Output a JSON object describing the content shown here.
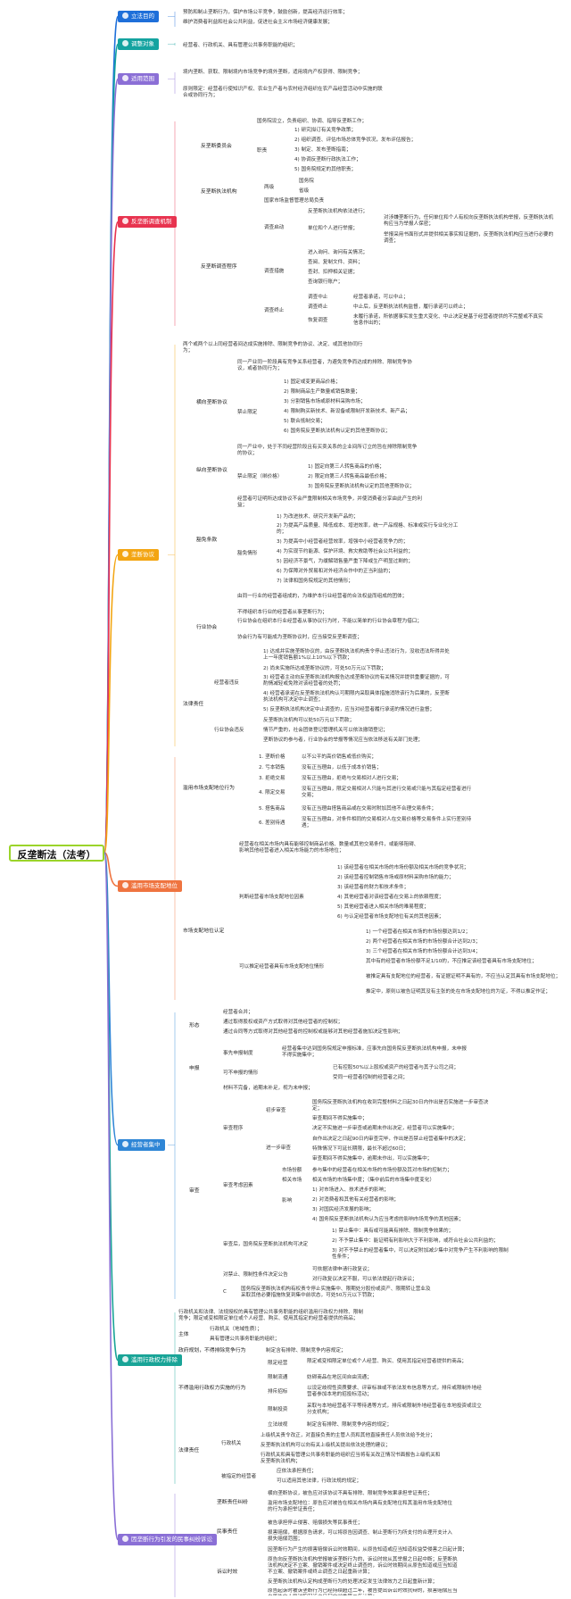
{
  "root": {
    "label": "反垄断法（法考）"
  },
  "colors": {
    "b1": "#1e6fd9",
    "b2": "#14a3a0",
    "b3": "#8b6fd6",
    "b4": "#e8334f",
    "b5": "#f3a512",
    "b6": "#ef7440",
    "b7": "#2f86d6",
    "b8": "#19a497",
    "b9": "#8a6fd6",
    "root_border": "#9bd42a"
  },
  "branches": [
    {
      "label": "立法目的"
    },
    {
      "label": "调整对象"
    },
    {
      "label": "适用范围"
    },
    {
      "label": "反垄断调查机制"
    },
    {
      "label": "垄断协议"
    },
    {
      "label": "滥用市场支配地位"
    },
    {
      "label": "经营者集中"
    },
    {
      "label": "滥用行政权力排除"
    },
    {
      "label": "因垄断行为引发的民事纠纷诉讼"
    }
  ],
  "b1": {
    "items": [
      "预防和制止垄断行为，保护市场公平竞争，鼓励创新，提高经济运行效率；",
      "维护消费者利益和社会公共利益，促进社会主义市场经济健康发展；"
    ]
  },
  "b2": {
    "items": [
      "经营者、行政机关、具有管理公共事务职能的组织；"
    ]
  },
  "b3": {
    "items": [
      "境内垄断、获取、限制境内市场竞争的境外垄断，适用境内产权获得、限制竞争；",
      "原则限定：经营者行使知识产权、农业生产者与农村经济组织在农产品经营活动中实施的联合或协同行为；"
    ]
  },
  "b4": {
    "l2": [
      "反垄断委员会",
      "反垄断执法机构",
      "反垄断调查程序"
    ],
    "c1": {
      "duty0": "国务院设立，负责组织、协调、指导反垄断工作；",
      "duty_label": "职责",
      "duties": [
        "1) 研究拟订有关竞争政策；",
        "2) 组织调查、评估市场总体竞争状况，发布评估报告；",
        "3) 制定、发布垄断指南；",
        "4) 协调反垄断行政执法工作；",
        "5) 国务院规定的其他职责；"
      ]
    },
    "c2": {
      "label": "两级",
      "items": [
        "国务院",
        "省级"
      ],
      "extra": "国家市场监督管理总局负责"
    },
    "c3": {
      "g1": {
        "label": "调查启动",
        "items": [
          "反垄断执法机构依法进行；",
          "单位和个人进行举报；"
        ],
        "sub": [
          "对涉嫌垄断行为，任何单位和个人有权向反垄断执法机构举报，反垄断执法机构应当为举报人保密；",
          "举报采用书面形式并提供相关事实和证据的，反垄断执法机构应当进行必要的调查；"
        ]
      },
      "g2": {
        "label": "调查措施",
        "items": [
          "进入询问、询问有关情况；",
          "查阅、复制文件、资料；",
          "查封、扣押相关证据；",
          "查询银行账户；"
        ]
      },
      "g3": {
        "label": "调查终止",
        "rows": [
          [
            "调查中止",
            "经营者承诺，可以中止；"
          ],
          [
            "调查终止",
            "中止后，反垄断执法机构监督，履行承诺可以终止；"
          ],
          [
            "恢复调查",
            "未履行承诺，所依据事实发生重大变化、中止决定是基于经营者提供的不完整或不真实信息作出的；"
          ]
        ]
      }
    }
  },
  "b5": {
    "intro": "两个或两个以上同经营者间达成实施排除、限制竞争的协议、决定、或其他协同行为；",
    "hz": {
      "label": "横向垄断协议",
      "def": "同一产业同一阶段具有竞争关系经营者，为避免竞争而达成的排除、限制竞争协议，或者协同行为；",
      "ban_label": "禁止限定",
      "items": [
        "1) 固定或变更商品价格；",
        "2) 限制商品生产数量或销售数量；",
        "3) 分割销售市场或原材料采购市场；",
        "4) 限制购买新技术、新设备或限制开发新技术、新产品；",
        "5) 联合抵制交易；",
        "6) 国务院反垄断执法机构认定的其他垄断协议；"
      ]
    },
    "zx": {
      "label": "纵向垄断协议",
      "def": "同一产业中，处于不同经营阶段且有买卖关系的企业间所订立的旨在排除限制竞争的协议；",
      "ban_label": "禁止限定（绑价格）",
      "items": [
        "1) 固定向第三人转售商品的价格；",
        "2) 限定向第三人转售商品最低价格；",
        "3) 国务院反垄断执法机构认定的其他垄断协议；"
      ]
    },
    "mz": {
      "label": "豁免条款",
      "cond": "经营者可证明所达成协议不会严重限制相关市场竞争，并使消费者分享由此产生的利益；",
      "sub_label": "豁免情形",
      "items": [
        "1) 为改进技术、研究开发新产品的；",
        "2) 为提高产品质量、降低成本、增进效率，统一产品规格、标准或实行专业化分工的；",
        "3) 为提高中小经营者经营效率，增强中小经营者竞争力的；",
        "4) 为实现节约能源、保护环境、救灾救助等社会公共利益的；",
        "5) 因经济不景气，为缓解销售量严重下降或生产明显过剩的；",
        "6) 为保障对外贸易和对外经济合作中的正当利益的；",
        "7) 法律和国务院规定的其他情形；"
      ]
    },
    "hy": {
      "label": "行业协会",
      "items": [
        "由同一行业的经营者组成的，为维护本行业经营者的合法权益而组成的团体；",
        "不得组织本行业的经营者从事垄断行为；",
        "行业协会在组织本行业经营者从事协议行为时，不能以简单的行业协会章程为借口；",
        "协会行为有可能成为垄断协议时，应当接受反垄断调查；"
      ]
    },
    "law": {
      "label": "法律责任",
      "a_label": "经营者违反",
      "a_items": [
        "1) 达成并实施垄断协议的，由反垄断执法机构责令停止违法行为，没收违法所得并处上一年度销售额1%以上10%以下罚款；",
        "2) 尚未实施所达成垄断协议的，可处50万元以下罚款；",
        "3) 经营者主动向反垄断执法机构报告达成垄断协议的有关情况并提供重要证据的，可酌情减轻或免除对该经营者的处罚；",
        "4) 经营者承诺在反垄断执法机构认可期限内采取具体措施消除该行为后果的，反垄断执法机构可决定中止调查；",
        "5) 反垄断执法机构决定中止调查的，应当对经营者履行承诺的情况进行监督；"
      ],
      "b_label": "行业协会违反",
      "b_items": [
        "反垄断执法机构可以处50万元以下罚款；",
        "情节严重的，社会团体登记管理机关可以依法撤销登记；",
        "垄断协议的参与者，行业协会的举报等情况应当依法移送有关部门处理；"
      ]
    }
  },
  "b6": {
    "s1": {
      "label": "滥用市场支配地位行为",
      "rows": [
        [
          "1. 垄断价格",
          "以不公平的高价销售或低价购买；"
        ],
        [
          "2. 亏本销售",
          "没有正当理由，以低于成本价销售；"
        ],
        [
          "3. 拒绝交易",
          "没有正当理由，拒绝与交易相对人进行交易；"
        ],
        [
          "4. 限定交易",
          "没有正当理由，限定交易相对人只能与其进行交易或只能与其指定经营者进行交易；"
        ],
        [
          "5. 搭售商品",
          "没有正当理由搭售商品或在交易时附加其他不合理交易条件；"
        ],
        [
          "6. 差别待遇",
          "没有正当理由，对条件相同的交易相对人在交易价格等交易条件上实行差别待遇；"
        ]
      ]
    },
    "s2": {
      "label": "市场支配地位认定",
      "def": "经营者在相关市场内具有能够控制商品价格、数量或其他交易条件，或能够阻碍、影响其他经营者进入相关市场能力的市场地位；",
      "f_label": "判断经营者市场支配地位因素",
      "factors": [
        "1) 该经营者在相关市场的市场份额及相关市场的竞争状况；",
        "2) 该经营者控制销售市场或原材料采购市场的能力；",
        "3) 该经营者的财力和技术条件；",
        "4) 其他经营者对该经营者在交易上的依赖程度；",
        "5) 其他经营者进入相关市场的难易程度；",
        "6) 与认定经营者市场支配地位有关的其他因素；"
      ],
      "p_label": "可以推定经营者具有市场支配地位情形",
      "presume": [
        "1) 一个经营者在相关市场的市场份额达到1/2；",
        "2) 两个经营者在相关市场的市场份额合计达到2/3；",
        "3) 三个经营者在相关市场的市场份额合计达到3/4；",
        "其中有的经营者市场份额不足1/10的，不应推定该经营者具有市场支配地位；",
        "被推定具有支配地位的经营者，有证据证明不具有的，不应当认定其具有市场支配地位；",
        "推定中，原则以被告证明其没有主张的处在市场支配地位的为证，不得以推定作证；"
      ]
    }
  },
  "b7": {
    "forms": {
      "label": "形态",
      "items": [
        "经营者合并；",
        "通过取得股权或资产方式取得对其他经营者的控制权；",
        "通过合同等方式取得对其他经营者的控制权或能够对其他经营者施加决定性影响；"
      ]
    },
    "report": {
      "label": "申报",
      "s1_label": "事先申报制度",
      "s1": "经营者集中达到国务院规定申报标准，应事先向国务院反垄断执法机构申报，未申报不得实施集中；",
      "s2_label": "可不申报的情形",
      "s2": [
        "已有控股50%以上股权或资产的经营者与其子公司之间；",
        "受同一经营者控制的经营者之间；"
      ],
      "s3": "材料不完备，逾期未补足，视为未申报；"
    },
    "review": {
      "label": "审查",
      "proc_label": "审查程序",
      "first_label": "初步审查",
      "first": [
        "国务院反垄断执法机构在收到完整材料之日起30日内作出是否实施进一步审查决定；",
        "审查期间不得实施集中；",
        "决定不实施进一步审查或逾期未作出决定，经营者可以实施集中；"
      ],
      "second_label": "进一步审查",
      "second": [
        "自作出决定之日起90日内审查完毕，作出是否禁止经营者集中的决定；",
        "特殊情况下可延长期限，最长不超过60日；",
        "审查期间不得实施集中，逾期未作出，可以实施集中；"
      ],
      "factor_label": "审查考虑因素",
      "factors": [
        "市场份额",
        "参与集中的经营者在相关市场的市场份额及其对市场的控制力；",
        "相关市场",
        "相关市场的市场集中度；（集中前后的市场集中度变化）",
        "影响",
        "1) 对市场进入、技术进步的影响；",
        "2) 对消费者和其他有关经营者的影响；",
        "3) 对国民经济发展的影响；",
        "4) 国务院反垄断执法机构认为应当考虑的影响市场竞争的其他因素；"
      ],
      "decision_label": "审查后，国务院反垄断执法机构可决定",
      "decision": [
        "1) 禁止集中：具有或可能具有排除、限制竞争效果的；",
        "2) 不予禁止集中：能证明有利影响大于不利影响，或符合社会公共利益的；",
        "3) 对不予禁止的经营者集中，可以决定附加减少集中对竞争产生不利影响的限制性条件；"
      ],
      "pub_label": "对禁止、限制性条件决定公告",
      "pub": [
        "可依据法律申请行政复议；",
        "对行政复议决定不服，可以依法提起行政诉讼；"
      ],
      "resp": "国务院反垄断执法机构有权责令停止实施集中、限期处分股份或资产、限期转让营业及采取其他必要措施恢复到集中前状态，可处50万元以下罚款；"
    }
  },
  "b8": {
    "intro": "行政机关和法律、法规授权的具有管理公共事务职能的组织滥用行政权力排除、限制竞争；限定或变相限定单位或个人经营、购买、使用其指定的经营者提供的商品；",
    "subject": {
      "label": "主体",
      "items": [
        "行政机关（地域性质）；",
        "具有管理公共事务职能的组织；"
      ]
    },
    "rule": {
      "label": "政府规划，不得排除竞争行为",
      "value": "制定含有排除、限制竞争内容规定；"
    },
    "kinds": {
      "label": "不得滥用行政权力实施的行为",
      "rows": [
        [
          "限定经营",
          "限定或变相限定单位或个人经营、购买、使用其指定经营者提供的商品；"
        ],
        [
          "限制流通",
          "妨碍商品在地区间自由流通；"
        ],
        [
          "排斥招标",
          "以设定歧视性资质要求、评审标准或不依法发布信息等方式，排斥或限制外地经营者参加本地的招投标活动；"
        ],
        [
          "限制投资",
          "采取与本地经营者不平等待遇等方式，排斥或限制外地经营者在本地投资或设立分支机构；"
        ],
        [
          "立法歧视",
          "制定含有排除、限制竞争内容的规定；"
        ]
      ]
    },
    "liab": {
      "label": "法律责任",
      "a_label": "行政机关",
      "a": [
        "上级机关责令改正，对直接负责的主管人员和其他直接责任人员依法给予处分；",
        "反垄断执法机构可以向有关上级机关提出依法处理的建议；",
        "行政机关和具有管理公共事务职能的组织应当将有关改正情况书面报告上级机关和反垄断执法机构；"
      ],
      "b_label": "被指定的经营者",
      "b": [
        "应依法承担责任；",
        "可以适用其他法律，行政法规的规定；"
      ]
    }
  },
  "b9": {
    "s1": {
      "label": "垄断责任纠纷",
      "items": [
        "横向垄断协议，被告应对该协议不具有排除、限制竞争效果承担举证责任；",
        "滥用市场支配地位：原告应对被告在相关市场内具有支配地位和其滥用市场支配地位的行为承担举证责任；"
      ]
    },
    "s2": {
      "label": "民事责任",
      "items": [
        "被告承担停止侵害、赔偿损失等民事责任；",
        "损害赔偿，根据原告请求，可以将原告因调查、制止垄断行为所支付的合理开支计入损失赔偿范围；"
      ]
    },
    "s3": {
      "label": "诉讼时效",
      "items": [
        "因垄断行为产生的损害赔偿诉讼时效期间，从原告知道或应当知道权益受侵害之日起计算；",
        "原告向反垄断执法机构举报被诉垄断行为的，诉讼时效从其举报之日起中断；反垄断执法机构决定不立案、撤销案件或决定终止调查的，诉讼时效期间从原告知道或应当知道不立案、撤销案件或终止调查之日起重新计算；",
        "反垄断执法机构认定构成垄断行为的处理决定发生法律效力之日起重新计算；",
        "原告起诉时被诉垄断行为已经持续超过二年，被告提出诉讼时效抗辩的，损害赔偿应当自原告向人民法院起诉之日起向前推算二年计算；"
      ]
    }
  }
}
